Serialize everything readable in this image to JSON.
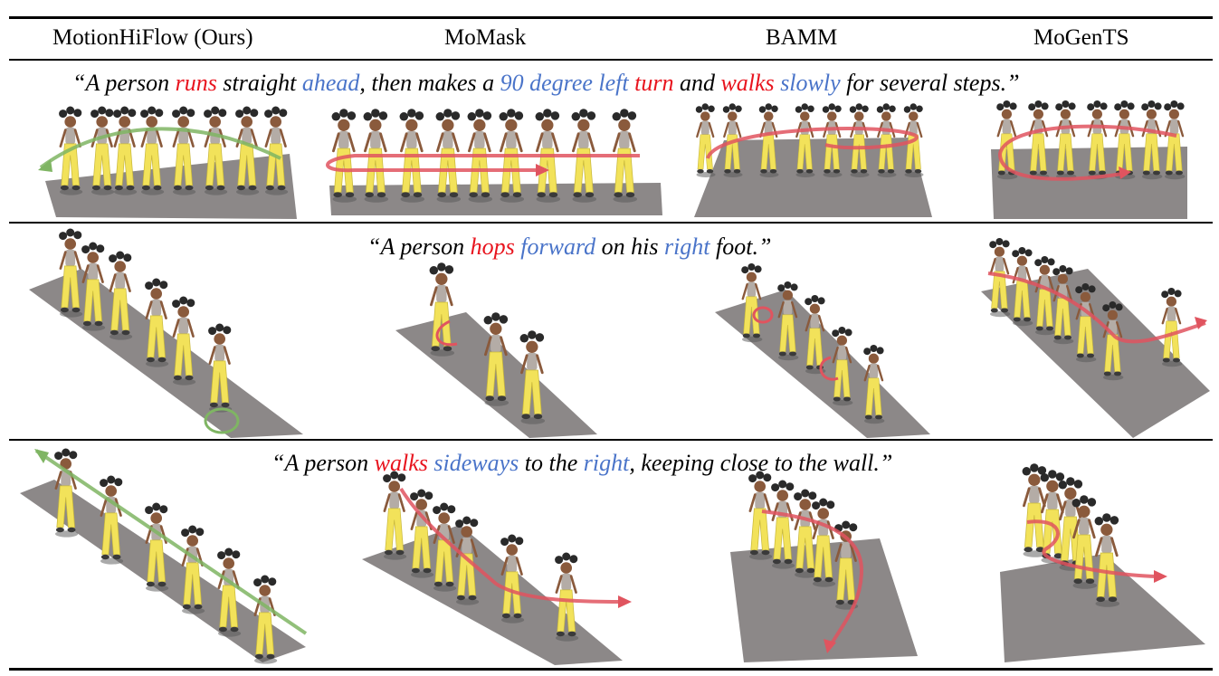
{
  "header": {
    "columns": [
      "MotionHiFlow (Ours)",
      "MoMask",
      "BAMM",
      "MoGenTS"
    ]
  },
  "rows": [
    {
      "caption": [
        {
          "text": "“A person ",
          "style": "plain"
        },
        {
          "text": "runs",
          "style": "red"
        },
        {
          "text": " straight ",
          "style": "plain"
        },
        {
          "text": "ahead",
          "style": "blue"
        },
        {
          "text": ", then makes a ",
          "style": "plain"
        },
        {
          "text": "90 degree left",
          "style": "blue"
        },
        {
          "text": " ",
          "style": "plain"
        },
        {
          "text": "turn",
          "style": "red"
        },
        {
          "text": " and ",
          "style": "plain"
        },
        {
          "text": "walks",
          "style": "red"
        },
        {
          "text": " ",
          "style": "plain"
        },
        {
          "text": "slowly",
          "style": "blue"
        },
        {
          "text": " for several steps.”",
          "style": "plain"
        }
      ]
    },
    {
      "caption": [
        {
          "text": "“A person ",
          "style": "plain"
        },
        {
          "text": "hops",
          "style": "red"
        },
        {
          "text": " ",
          "style": "plain"
        },
        {
          "text": "forward",
          "style": "blue"
        },
        {
          "text": " on his ",
          "style": "plain"
        },
        {
          "text": "right",
          "style": "blue"
        },
        {
          "text": " foot.”",
          "style": "plain"
        }
      ]
    },
    {
      "caption": [
        {
          "text": "“A person ",
          "style": "plain"
        },
        {
          "text": "walks",
          "style": "red"
        },
        {
          "text": " ",
          "style": "plain"
        },
        {
          "text": "sideways",
          "style": "blue"
        },
        {
          "text": " to the ",
          "style": "plain"
        },
        {
          "text": "right",
          "style": "blue"
        },
        {
          "text": ", keeping close to the wall.”",
          "style": "plain"
        }
      ]
    }
  ],
  "colors": {
    "highlight_red": "#e8141e",
    "highlight_blue": "#4a74c9",
    "trajectory_ours": "#7fb563",
    "trajectory_baseline": "#e0545f",
    "floor": "#8c8888",
    "figure_pants": "#f2e25a",
    "figure_skin": "#8a5a3c",
    "figure_hair": "#2a2a2a"
  }
}
